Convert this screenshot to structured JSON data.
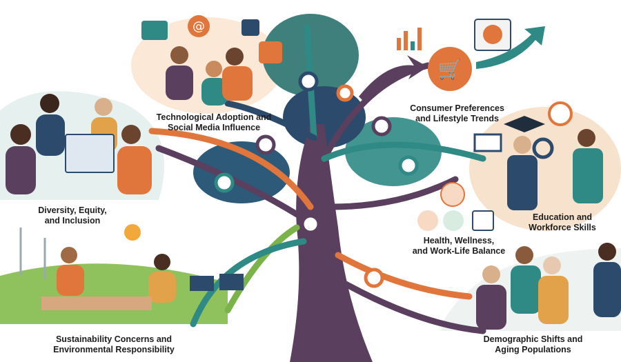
{
  "labels": {
    "tech": [
      "Technological Adoption and",
      "Social Media Influence"
    ],
    "consumer": [
      "Consumer Preferences",
      "and Lifestyle Trends"
    ],
    "diversity": [
      "Diversity, Equity,",
      "and Inclusion"
    ],
    "education": [
      "Education and",
      "Workforce Skills"
    ],
    "health": [
      "Health, Wellness,",
      "and Work-Life Balance"
    ],
    "sustainability": [
      "Sustainability Concerns and",
      "Environmental Responsibility"
    ],
    "demographic": [
      "Demographic Shifts and",
      "Aging Populations"
    ]
  },
  "colors": {
    "trunk_purple": "#5a3f5e",
    "teal": "#2f8a86",
    "orange": "#e1763d",
    "green": "#7bb24a",
    "navy": "#2c4a6b",
    "canopy_teal": "#3f7f7c"
  },
  "icons": [
    "chat-icon",
    "at-sign-icon",
    "thumbs-up-icon",
    "heart-icon",
    "shopping-cart-icon",
    "pie-chart-icon",
    "bar-chart-icon",
    "book-icon",
    "graduation-cap-icon",
    "gear-icon",
    "heartbeat-icon",
    "home-icon",
    "calendar-icon",
    "sun-icon",
    "wind-turbine-icon",
    "solar-panel-icon"
  ]
}
